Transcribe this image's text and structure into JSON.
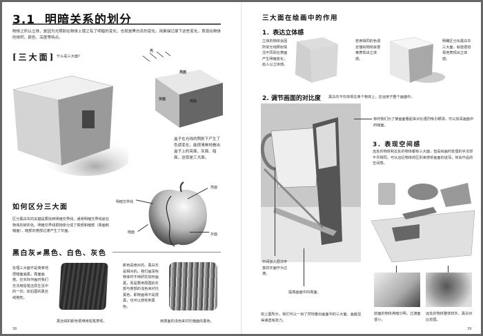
{
  "left_page": {
    "section_number": "3.1",
    "title": "明暗关系的划分",
    "intro": "物体之所以立体，是因为光照射在物体上使之有了明暗的变化，也就是黑白灰的变化。用素描记录下这些变化，表现出物体的体积、颜色、深度等特点。",
    "three_faces": {
      "heading": "[三大面]",
      "question": "什么是三大面?"
    },
    "diagram": {
      "light": "光",
      "bright": "亮面",
      "gray": "灰面",
      "dark": "暗面"
    },
    "cube_caption": "盒子在光线的照射下产生了色调变化，能很清晰地看出盒子上的亮面、灰面、暗面，这就是三大面。",
    "distinguish": {
      "heading": "如何区分三大面",
      "text": "区分黑白灰的关键是要找到明暗交界线，通常明暗交界线就在物体的转折处。明暗交界线把物体分成了亮部和暗部（亮面和暗面），暗部向亮部过渡产生了灰面。"
    },
    "apple_labels": {
      "terminator": "明暗交界线",
      "bright": "亮面",
      "dark": "暗面",
      "gray": "灰面"
    },
    "bwg": {
      "heading": "黑白灰≠黑色、白色、灰色",
      "text1": "处理三大面不是简单地把暗面画黑，亮面画亮。在实际作画时我们无法用铅笔还原生活中的一切，如右图的黑丝绒抱枕。",
      "caption1": "黑丝绒的颜色很难用铅笔表现。",
      "text2": "颜色是绝对的，黑白灰是相对的。我们画深色物体时不用研究如何画黑，而是要用周围的灰部与亮部的浅色来衬托黑色，即使画得不是很黑，也可以感受到黑色。",
      "caption2": "用亮面的浅色来衬托暗面的黑色。"
    },
    "page_number": "38"
  },
  "right_page": {
    "title": "三大面在绘画中的作用",
    "s1": {
      "heading": "1．表达立体感",
      "text1": "立体的物体会因所受光线照射情况不同而在表面产生明暗变化，给人以立体感。",
      "text2": "若用相同的色调去描绘物体就很难表现出立体感。",
      "text3": "明确区分出黑白灰三大面，就能很容易地表现出立体感。"
    },
    "s2": {
      "heading": "2. 调节画面的对比度",
      "note": "黑白灰不仅体现在单个物体上，还运用于整个画面中。",
      "annotation": "有时我们为了使画面看起来对比强烈吸引眼球，可以加深画面中的暗面。",
      "mid_label": "中间加入层次丰富的灰面作为过渡。",
      "bright_label": "提亮画面中的亮面。",
      "summary": "如上图所示，我们可以一目了然地看出画面中的三大面，画面显得通透有张力。"
    },
    "s3": {
      "heading": "3. 表现空间感",
      "text": "远处的物体和近处的物体都有三大面，但是绘画时处理的手法却不尽相同。可从远近物体的区别来感受画面的进深，体会作品的空间感。",
      "caption_near": "前面的物体亮暗分明，过渡面很小。",
      "caption_far": "远处的物体整体较灰，黑白对比较弱。"
    },
    "page_number": "39"
  }
}
